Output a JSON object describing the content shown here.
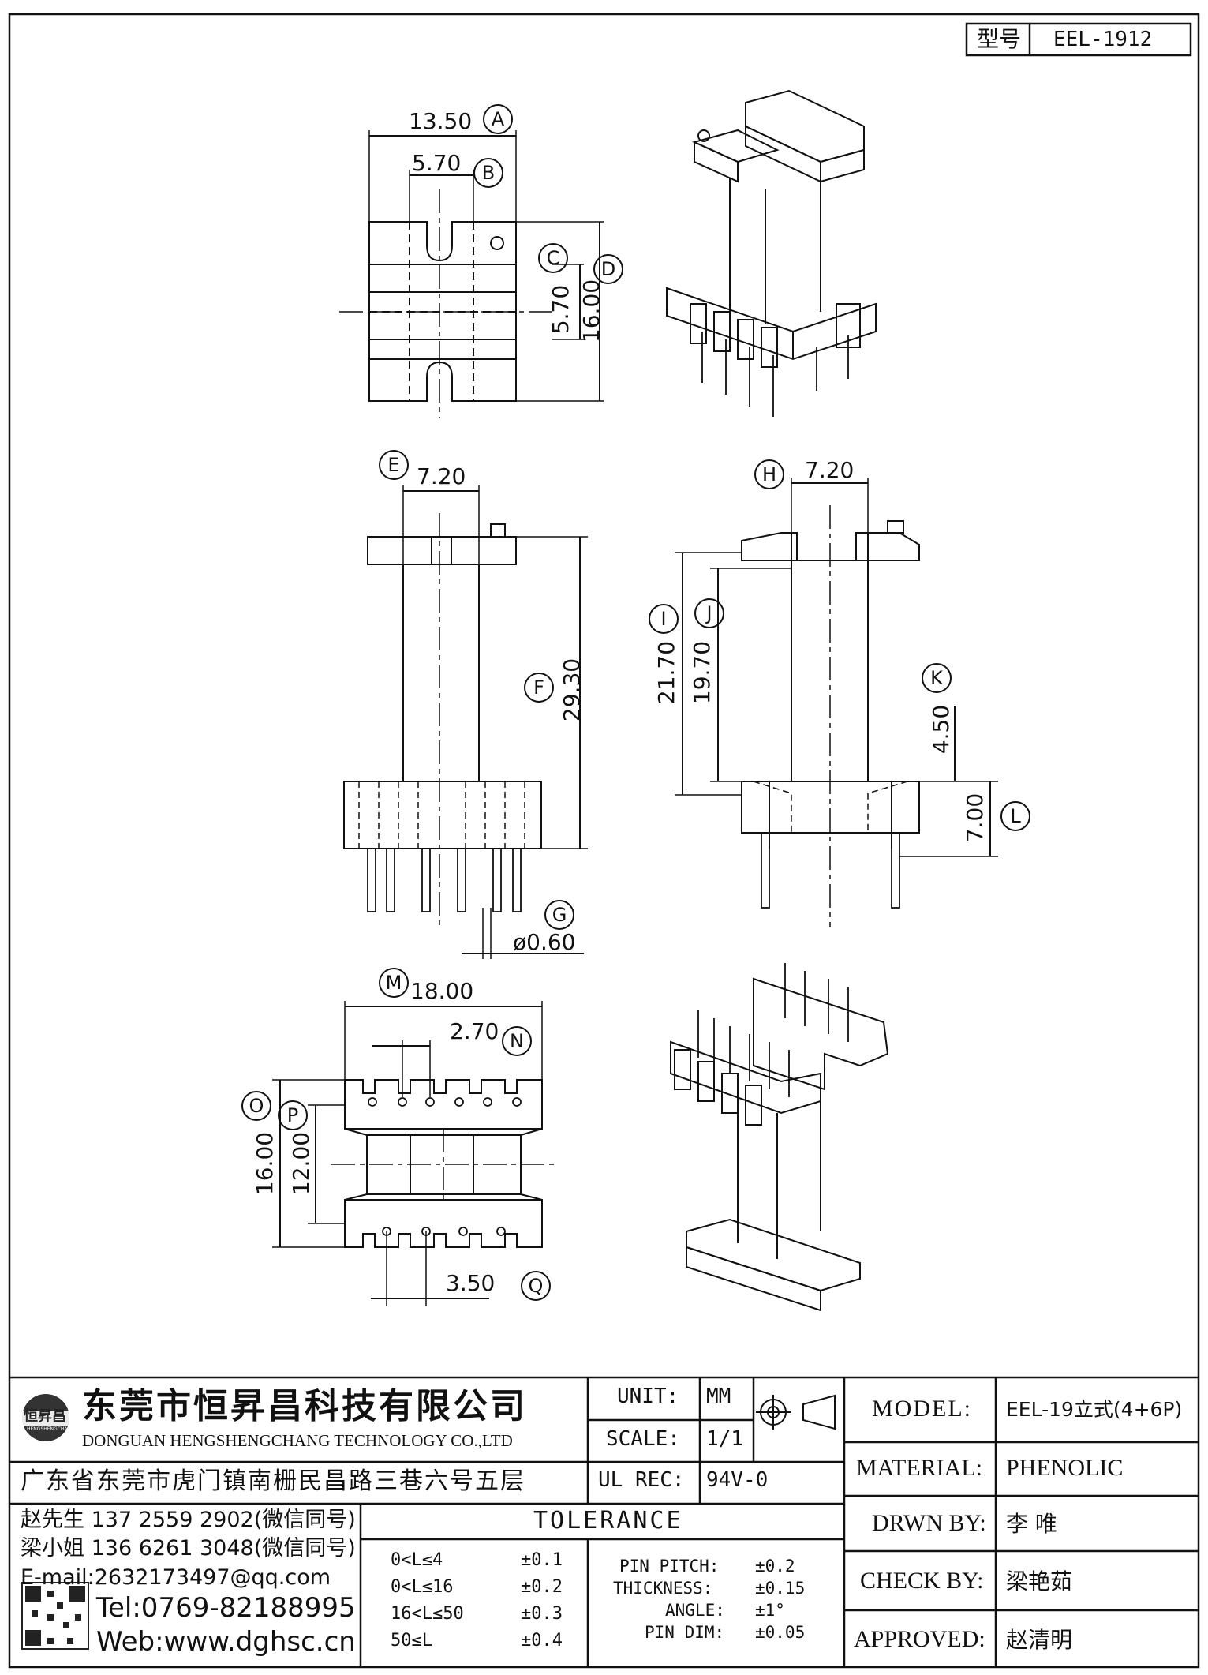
{
  "type_box": {
    "label": "型号",
    "value": "EEL-1912"
  },
  "drawing": {
    "top_view": {
      "a": "13.50",
      "b": "5.70",
      "c": "5.70",
      "d": "16.00"
    },
    "front_view": {
      "e": "7.20",
      "f": "29.30",
      "g": "ø0.60"
    },
    "side_view": {
      "h": "7.20",
      "i": "21.70",
      "j": "19.70",
      "k": "4.50",
      "l": "7.00"
    },
    "bottom_view": {
      "m": "18.00",
      "n": "2.70",
      "o": "16.00",
      "p": "12.00",
      "q": "3.50"
    },
    "markers": [
      "A",
      "B",
      "C",
      "D",
      "E",
      "F",
      "G",
      "H",
      "I",
      "J",
      "K",
      "L",
      "M",
      "N",
      "O",
      "P",
      "Q"
    ]
  },
  "company": {
    "name_cn": "东莞市恒昇昌科技有限公司",
    "name_en": "DONGUAN HENGSHENGCHANG TECHNOLOGY CO.,LTD",
    "address": "广东省东莞市虎门镇南栅民昌路三巷六号五层",
    "logo_text": "恒昇昌",
    "logo_sub": "HENGSHENGCHANG",
    "contact1": "赵先生 137 2559 2902(微信同号)",
    "contact2": "梁小姐 136 6261 3048(微信同号)",
    "email": "E-mail:2632173497@qq.com",
    "tel": "Tel:0769-82188995",
    "web": "Web:www.dghsc.cn"
  },
  "spec": {
    "unit_label": "UNIT:",
    "unit_value": "MM",
    "scale_label": "SCALE:",
    "scale_value": "1/1",
    "ulrec_label": "UL REC:",
    "ulrec_value": "94V-0"
  },
  "tolerance": {
    "title": "TOLERANCE",
    "rows": [
      {
        "range": "0<L≤4",
        "tol": "±0.1"
      },
      {
        "range": "0<L≤16",
        "tol": "±0.2"
      },
      {
        "range": "16<L≤50",
        "tol": "±0.3"
      },
      {
        "range": "50≤L",
        "tol": "±0.4"
      }
    ],
    "extra": [
      {
        "label": "PIN PITCH:",
        "value": "±0.2"
      },
      {
        "label": "THICKNESS:",
        "value": "±0.15"
      },
      {
        "label": "ANGLE:",
        "value": "±1°"
      },
      {
        "label": "PIN DIM:",
        "value": "±0.05"
      }
    ]
  },
  "title_block": {
    "model_label": "MODEL:",
    "model_value": "EEL-19立式(4+6P)",
    "material_label": "MATERIAL:",
    "material_value": "PHENOLIC",
    "drawn_label": "DRWN BY:",
    "drawn_value": "李  唯",
    "check_label": "CHECK BY:",
    "check_value": "梁艳茹",
    "approved_label": "APPROVED:",
    "approved_value": "赵清明"
  }
}
